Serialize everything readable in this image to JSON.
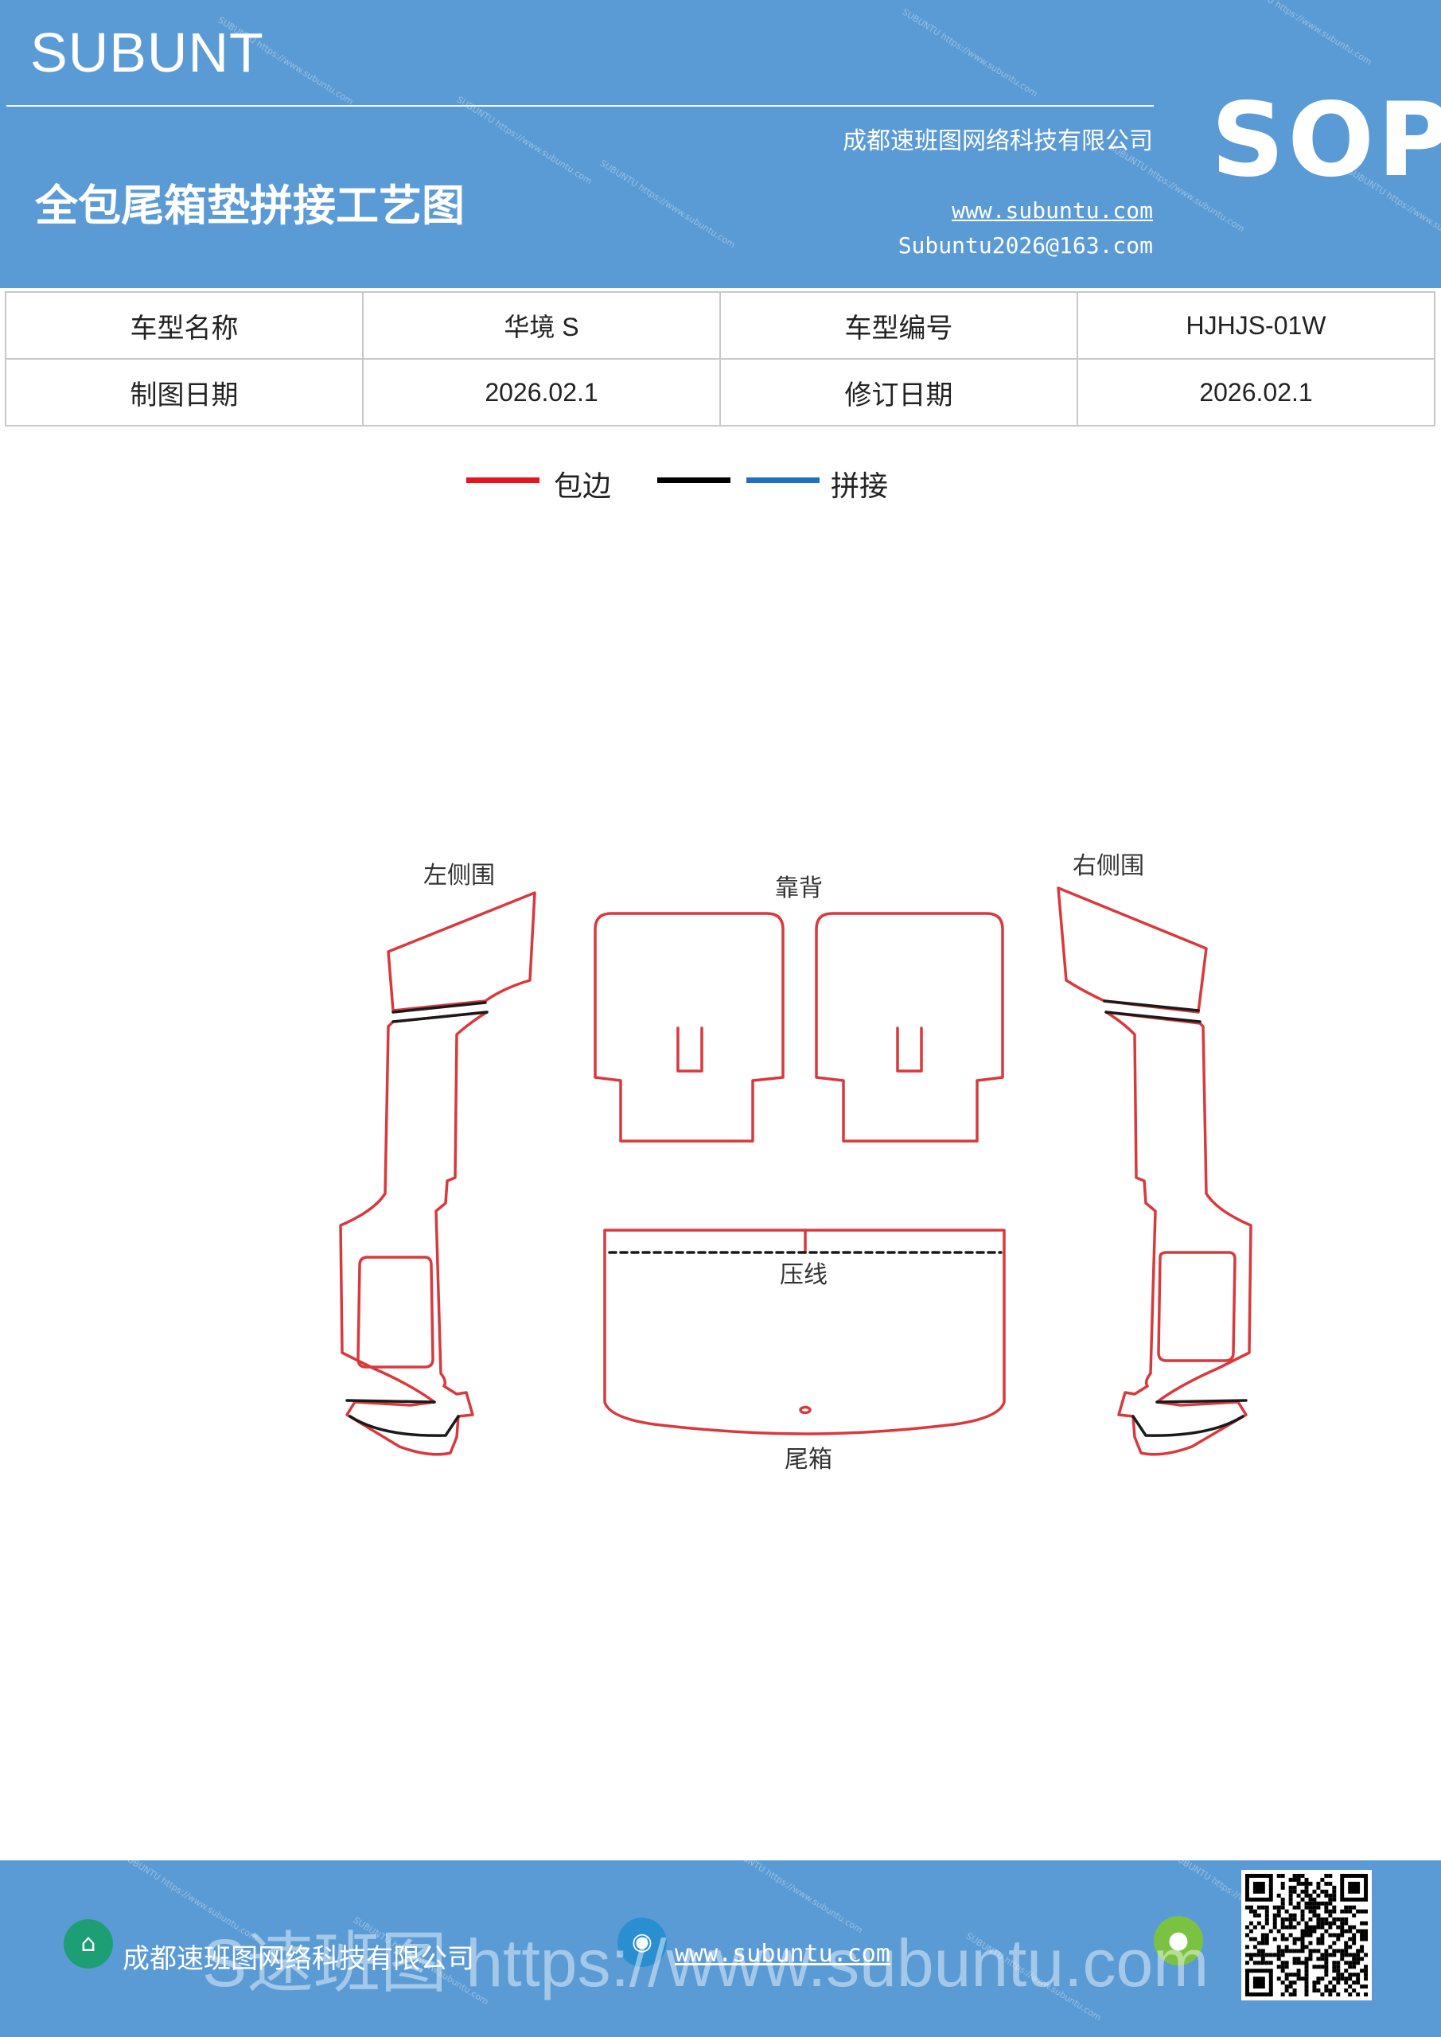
{
  "header": {
    "brand": "SUBUNT",
    "title": "全包尾箱垫拼接工艺图",
    "company": "成都速班图网络科技有限公司",
    "website": "www.subuntu.com",
    "email": "Subuntu2026@163.com",
    "badge": "SOP"
  },
  "info_table": {
    "rows": [
      [
        "车型名称",
        "华境 S",
        "车型编号",
        "HJHJS-01W"
      ],
      [
        "制图日期",
        "2026.02.1",
        "修订日期",
        "2026.02.1"
      ]
    ]
  },
  "legend": {
    "items": [
      {
        "label": "包边",
        "color": "#e8141c"
      },
      {
        "label": "",
        "color": "#000000"
      },
      {
        "label": "拼接",
        "color": "#1f6fc2"
      }
    ]
  },
  "diagram": {
    "left_label": "左侧围",
    "back_label": "靠背",
    "right_label": "右侧围",
    "crease_label": "压线",
    "trunk_label": "尾箱",
    "edge_color": "#d9393c",
    "seam_color": "#1a1a1a"
  },
  "footer": {
    "company": "成都速班图网络科技有限公司",
    "website": "www.subuntu.com",
    "overlay": "S速班图  https://www.subuntu.com"
  }
}
